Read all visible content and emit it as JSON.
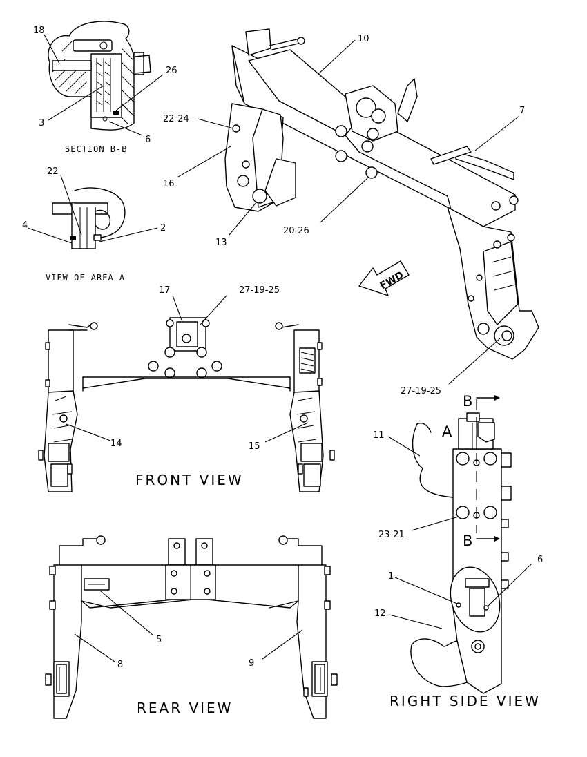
{
  "section_bb": {
    "caption": "SECTION B-B",
    "callouts": {
      "c18": "18",
      "c26": "26",
      "c3": "3",
      "c6": "6"
    }
  },
  "view_area_a": {
    "caption": "VIEW OF AREA A",
    "callouts": {
      "c22": "22",
      "c4": "4",
      "c2": "2"
    }
  },
  "isometric": {
    "callouts": {
      "c10": "10",
      "c7": "7",
      "c22_24": "22-24",
      "c16": "16",
      "c13": "13",
      "c20_26": "20-26",
      "c27_19_25": "27-19-25"
    },
    "fwd_label": "FWD"
  },
  "front_view": {
    "caption": "FRONT VIEW",
    "callouts": {
      "c17": "17",
      "c27_19_25": "27-19-25",
      "c14": "14",
      "c15": "15"
    }
  },
  "rear_view": {
    "caption": "REAR VIEW",
    "callouts": {
      "c5": "5",
      "c8": "8",
      "c9": "9"
    }
  },
  "right_side_view": {
    "caption": "RIGHT SIDE VIEW",
    "section_marker_top": "B",
    "section_marker_bottom": "B",
    "area_marker": "A",
    "callouts": {
      "c11": "11",
      "c23_21": "23-21",
      "c1": "1",
      "c6": "6",
      "c12": "12"
    }
  }
}
